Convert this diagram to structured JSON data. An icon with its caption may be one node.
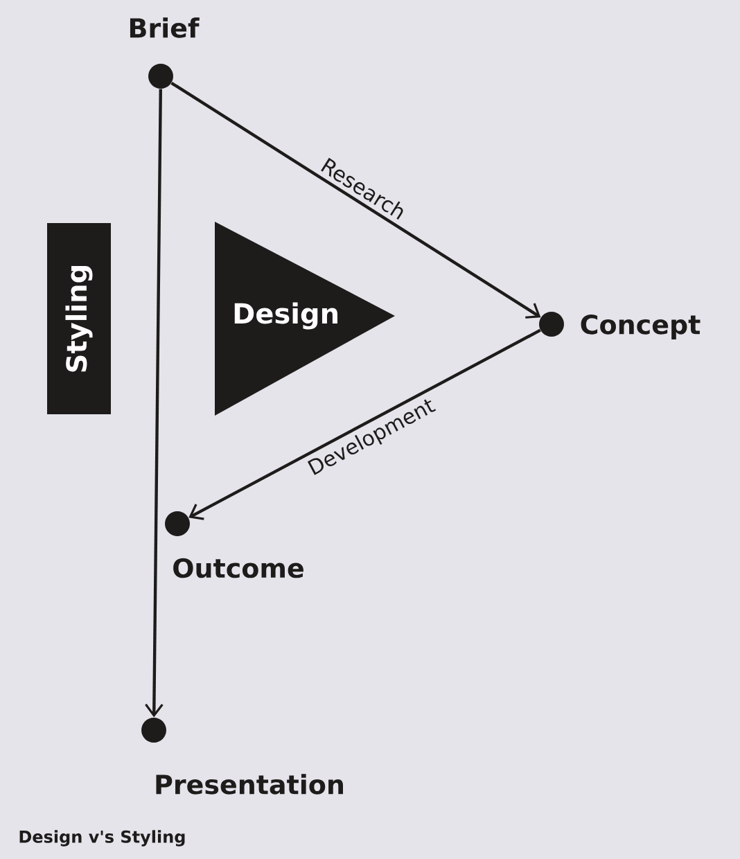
{
  "diagram": {
    "caption": "Design v's Styling",
    "nodes": [
      {
        "text": [
          "Brief"
        ]
      },
      {
        "text": [
          "Concept"
        ]
      },
      {
        "text": [
          "Outcome"
        ]
      },
      {
        "text": [
          "Presentation"
        ]
      },
      {
        "text": [
          "Design"
        ]
      },
      {
        "text": [
          "Styling"
        ]
      }
    ],
    "edges": [
      {
        "from": 0,
        "to": 1,
        "arrow": "to",
        "label": "Research"
      },
      {
        "from": 1,
        "to": 2,
        "arrow": "to",
        "label": "Development"
      },
      {
        "from": 0,
        "to": 3,
        "arrow": "to"
      }
    ]
  }
}
